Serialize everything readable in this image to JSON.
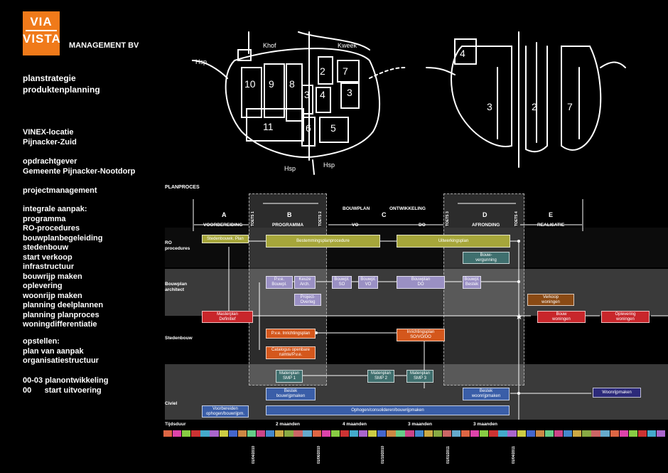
{
  "logo": {
    "line1": "VIA",
    "line2": "VISTA"
  },
  "company": "MANAGEMENT BV",
  "title": [
    "planstrategie",
    "produktenplanning"
  ],
  "sidebar": {
    "location": "VINEX-locatie\nPijnacker-Zuid",
    "client": "opdrachtgever\nGemeente Pijnacker-Nootdorp",
    "pm": "projectmanagement",
    "approach": "integrale aanpak:\nprogramma\nRO-procedures\nbouwplanbegeleiding\nstedenbouw\nstart verkoop\ninfrastructuur\nbouwrijp maken\noplevering\nwoonrijp maken\nplanning deelplannen\nplanning planproces\nwoningdifferentiatie",
    "setup": "opstellen:\nplan van aanpak\norganisatiestructuur",
    "codes": "00-03 planontwikkeling\n00      start uitvoering"
  },
  "sketch_labels": {
    "left": [
      "Hsp",
      "Khof",
      "Kweek",
      "10",
      "9",
      "8",
      "2",
      "7",
      "3",
      "4",
      "3",
      "11",
      "6",
      "5",
      "Hsp",
      "Hsp"
    ],
    "right": [
      "4",
      "3",
      "2",
      "7"
    ]
  },
  "planproces": {
    "title": "PLANPROCES",
    "phases": [
      {
        "letter": "A",
        "name": "VOORBEREIDING"
      },
      {
        "letter": "B",
        "name": "PROGRAMMA"
      },
      {
        "letter": "C",
        "name": ""
      },
      {
        "letter": "D",
        "name": "AFRONDING"
      },
      {
        "letter": "E",
        "name": "REALISATIE"
      }
    ],
    "bouwplan": "BOUWPLAN",
    "ontwikkeling": "ONTWIKKELING",
    "vo": "VO",
    "do": "DO",
    "toets": [
      "TOETS 1",
      "TOETS 2",
      "TOETS 3",
      "TOETS 4"
    ],
    "lanes": [
      "RO\nprocedures",
      "Bouwplan\narchitect",
      "Stedenbouw",
      "Civiel"
    ],
    "boxes": {
      "stedenbouwk_plan": "Stedenbouwk. Plan",
      "bestemmingsplan": "Bestemmingsplanprocedure",
      "uitwerkingsplan": "Uitwerkingsplan",
      "bouwvergunning": "Bouw-\nvergunning",
      "pve": "P.v.e.\nBouwpl.",
      "keuze_arch": "Keuze\nArch.",
      "project_overleg": "Project-\nOverleg",
      "bouwpl_so": "Bouwpl.\nSO",
      "bouwpl_vo": "Bouwpl.\nVO",
      "bouwplan_do": "Bouwplan\nDO",
      "bouwpl_bestek": "Bouwpl.\nBestek",
      "verkoop": "Verkoop\nwoningen",
      "masterplan": "Masterplan\nDefinitief",
      "bouw_woningen": "Bouw\nwoningen",
      "oplevering": "Oplevering\nwoningen",
      "pve_inrichting": "P.v.e. Inrichtingsplan",
      "catalogus": "Catalogus openbare\nruimte/P.v.e.",
      "inrichtingsplan": "Inrichtingsplan\nSO/VO/DO",
      "smp1": "Matenplan\nSMP 1",
      "smp2": "Matenplan\nSMP 2",
      "smp3": "Matenplan\nSMP 3",
      "bestek_bouwrijp": "Bestek\nbouwrijpmaken",
      "bestek_woonrijp": "Bestek\nwoonrijpmaken",
      "woonrijpmaken": "Woonrijpmaken",
      "voorbereiden": "Voorbereiden\nophogen/bouwrijpm.",
      "ophogen": "Ophogen/consolideren/bouwrijpmaken"
    },
    "timeline": {
      "label": "Tijdsduur",
      "durations": [
        "2 maanden",
        "4 maanden",
        "3 maanden",
        "3 maanden"
      ],
      "dates": [
        "01/04/2010",
        "01/06/2010",
        "01/10/2010",
        "01/01/2011",
        "01/04/2011"
      ]
    },
    "colors": {
      "olive": "#a6a63a",
      "lavender": "#9a90c4",
      "red": "#c8262b",
      "orange": "#d4571c",
      "teal": "#3f6f6e",
      "blue": "#3a5ea8",
      "brown": "#8a4a14",
      "navy": "#2c2a7a"
    }
  }
}
